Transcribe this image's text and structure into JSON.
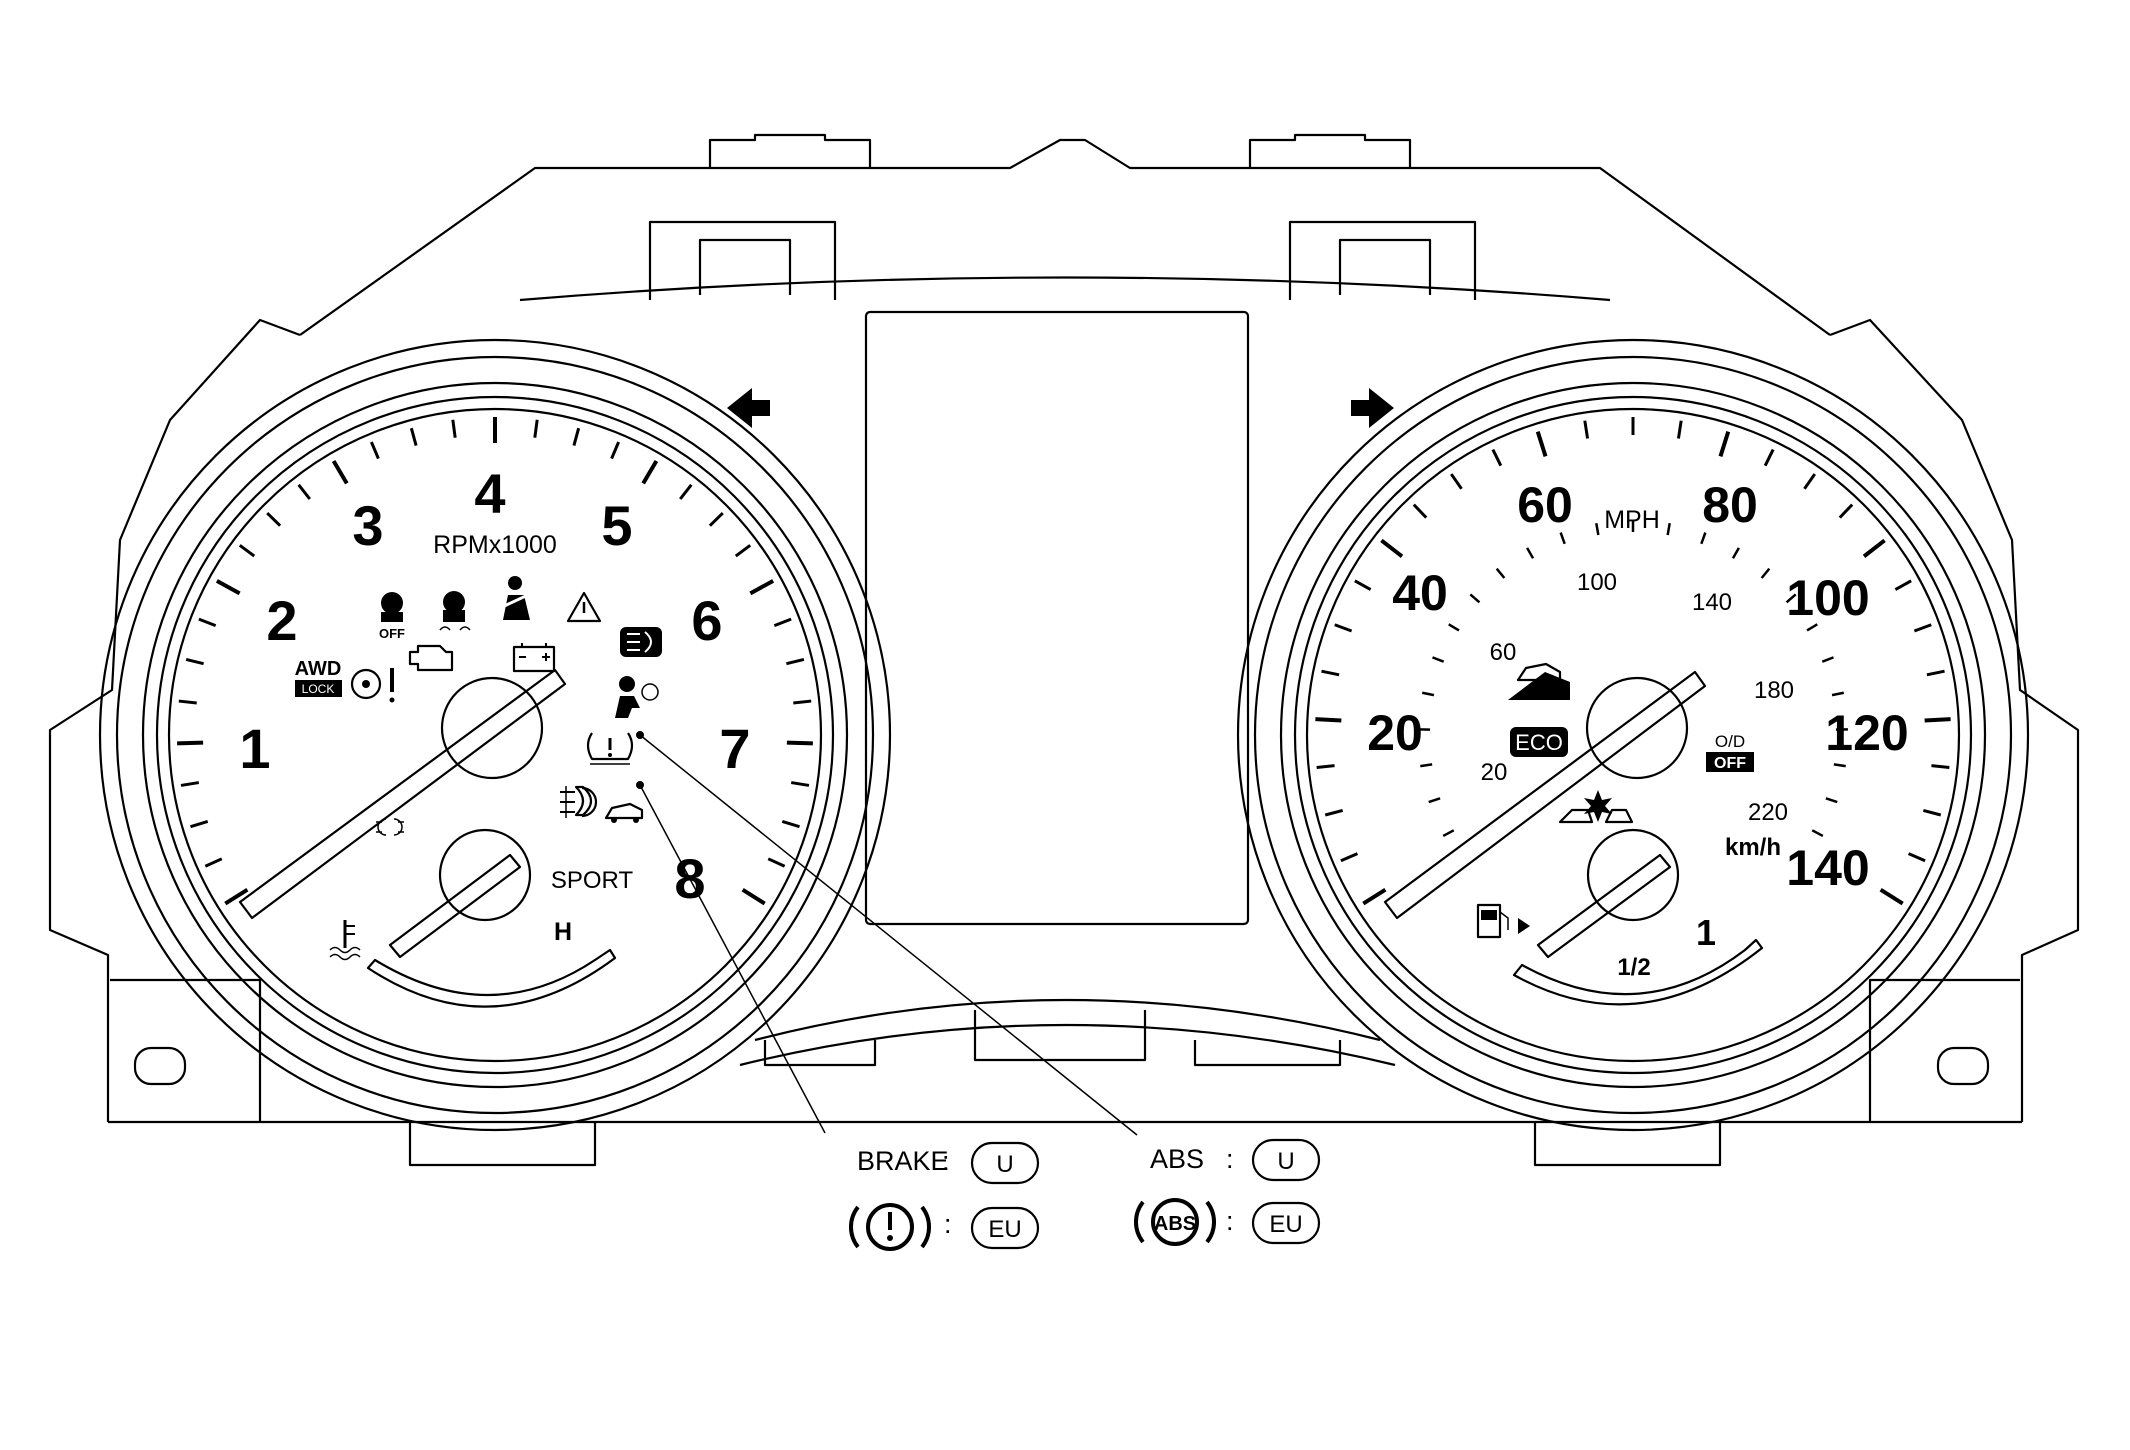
{
  "tachometer": {
    "labels": [
      "1",
      "2",
      "3",
      "4",
      "5",
      "6",
      "7",
      "8"
    ],
    "unit_label": "RPMx1000",
    "temp_high": "H",
    "sport_label": "SPORT"
  },
  "speedometer": {
    "mph_labels": [
      "20",
      "40",
      "60",
      "80",
      "100",
      "120",
      "140"
    ],
    "mph_unit": "MPH",
    "kmh_labels": [
      "20",
      "60",
      "100",
      "140",
      "180",
      "220"
    ],
    "kmh_unit": "km/h",
    "fuel_full": "1",
    "fuel_half": "1/2"
  },
  "indicators": {
    "awd_top": "AWD",
    "awd_bottom": "LOCK",
    "vdc_off": "OFF",
    "eco": "ECO",
    "od_top": "O/D",
    "od_bottom": "OFF",
    "abs_symbol": "ABS"
  },
  "legend": {
    "brake_label": "BRAKE",
    "abs_label": "ABS",
    "colon": ":",
    "u_badge": "U",
    "eu_badge": "EU"
  }
}
